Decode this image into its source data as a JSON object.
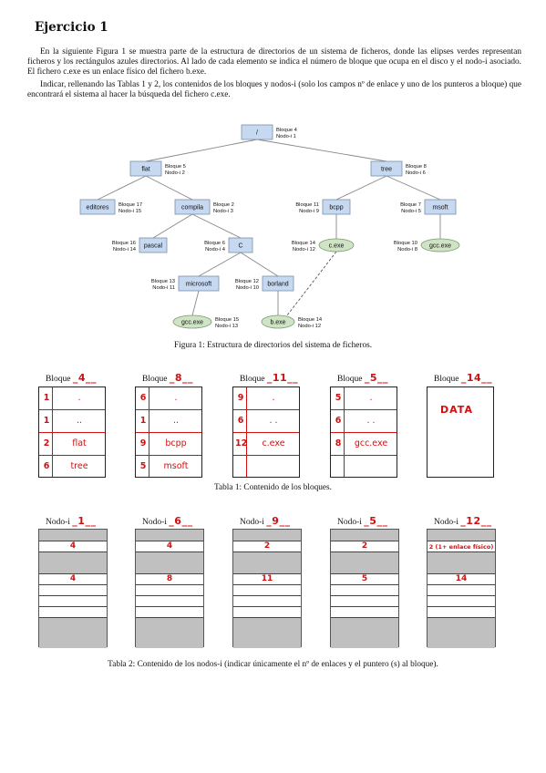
{
  "heading": "Ejercicio 1",
  "paragraph1": "En la siguiente Figura 1 se muestra parte de la estructura de directorios de un sistema de ficheros, donde las elipses verdes representan ficheros y los rectángulos azules directorios. Al lado de cada elemento se indica el número de bloque que ocupa en el disco y el nodo-i asociado. El fichero c.exe es un enlace físico del fichero b.exe.",
  "paragraph2": "Indicar, rellenando las Tablas 1 y 2, los contenidos de los bloques y nodos-i (solo los campos nº de enlace y uno de los punteros a bloque) que encontrará el sistema al hacer la búsqueda del fichero c.exe.",
  "figure": {
    "caption": "Figura 1: Estructura de directorios del sistema de ficheros.",
    "nodes": [
      {
        "id": "root",
        "label": "/",
        "kind": "dir",
        "bloque": "Bloque 4",
        "nodo": "Nodo-i 1"
      },
      {
        "id": "flat",
        "label": "flat",
        "kind": "dir",
        "bloque": "Bloque 5",
        "nodo": "Nodo-i 2"
      },
      {
        "id": "tree",
        "label": "tree",
        "kind": "dir",
        "bloque": "Bloque 8",
        "nodo": "Nodo-i 6"
      },
      {
        "id": "editores",
        "label": "editores",
        "kind": "dir",
        "bloque": "Bloque 17",
        "nodo": "Nodo-i 15"
      },
      {
        "id": "compila",
        "label": "compila",
        "kind": "dir",
        "bloque": "Bloque 2",
        "nodo": "Nodo-i 3"
      },
      {
        "id": "bcpp",
        "label": "bcpp",
        "kind": "dir",
        "bloque": "Bloque 11",
        "nodo": "Nodo-i 9"
      },
      {
        "id": "msoft",
        "label": "msoft",
        "kind": "dir",
        "bloque": "Bloque 7",
        "nodo": "Nodo-i 5"
      },
      {
        "id": "pascal",
        "label": "pascal",
        "kind": "dir",
        "bloque": "Bloque 16",
        "nodo": "Nodo-i 14"
      },
      {
        "id": "C",
        "label": "C",
        "kind": "dir",
        "bloque": "Bloque 6",
        "nodo": "Nodo-i 4"
      },
      {
        "id": "cexe",
        "label": "c.exe",
        "kind": "file",
        "bloque": "Bloque 14",
        "nodo": "Nodo-i 12"
      },
      {
        "id": "gccexe1",
        "label": "gcc.exe",
        "kind": "file",
        "bloque": "Bloque 10",
        "nodo": "Nodo-i 8"
      },
      {
        "id": "microsoft",
        "label": "microsoft",
        "kind": "dir",
        "bloque": "Bloque 13",
        "nodo": "Nodo-i 11"
      },
      {
        "id": "borland",
        "label": "borland",
        "kind": "dir",
        "bloque": "Bloque 12",
        "nodo": "Nodo-i 10"
      },
      {
        "id": "gccexe2",
        "label": "gcc.exe",
        "kind": "file",
        "bloque": "Bloque 15",
        "nodo": "Nodo-i 13"
      },
      {
        "id": "bexe",
        "label": "b.exe",
        "kind": "file",
        "bloque": "Bloque 14",
        "nodo": "Nodo-i 12"
      }
    ]
  },
  "table1": {
    "caption": "Tabla 1: Contenido de los bloques.",
    "label": "Bloque",
    "blocks": [
      {
        "num": "4",
        "rows": [
          [
            "1",
            "."
          ],
          [
            "1",
            ".."
          ],
          [
            "2",
            "flat"
          ],
          [
            "6",
            "tree"
          ]
        ]
      },
      {
        "num": "8",
        "rows": [
          [
            "6",
            "."
          ],
          [
            "1",
            ".."
          ],
          [
            "9",
            "bcpp"
          ],
          [
            "5",
            "msoft"
          ]
        ]
      },
      {
        "num": "11",
        "rows": [
          [
            "9",
            "."
          ],
          [
            "6",
            ". ."
          ],
          [
            "12",
            "c.exe"
          ]
        ]
      },
      {
        "num": "5",
        "rows": [
          [
            "5",
            "."
          ],
          [
            "6",
            ". ."
          ],
          [
            "8",
            "gcc.exe"
          ]
        ]
      },
      {
        "num": "14",
        "data": "DATA"
      }
    ]
  },
  "table2": {
    "caption": "Tabla 2: Contenido de los nodos-i (indicar únicamente el nº de enlaces y el puntero (s) al bloque).",
    "label": "Nodo-i",
    "inodes": [
      {
        "num": "1",
        "enlaces": "4",
        "puntero": "4"
      },
      {
        "num": "6",
        "enlaces": "4",
        "puntero": "8"
      },
      {
        "num": "9",
        "enlaces": "2",
        "puntero": "11"
      },
      {
        "num": "5",
        "enlaces": "2",
        "puntero": "5"
      },
      {
        "num": "12",
        "enlaces": "2 (1+ enlace físico)",
        "puntero": "14"
      }
    ]
  }
}
